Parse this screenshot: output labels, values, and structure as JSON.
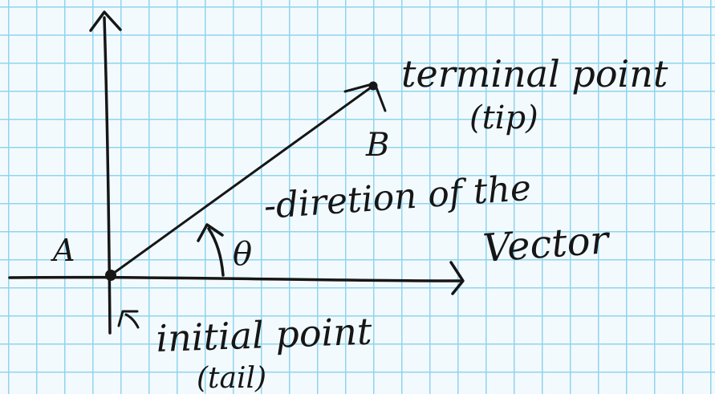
{
  "labels": {
    "point_a": "A",
    "point_b": "B",
    "terminal": "terminal point",
    "terminal_sub": "(tip)",
    "initial": "initial point",
    "initial_sub": "(tail)",
    "theta": "θ",
    "direction_line1": "-diretion of the",
    "direction_line2": "Vector"
  },
  "colors": {
    "ink": "#161616",
    "grid": "#8fd4ee",
    "paper": "#f3fafd"
  }
}
